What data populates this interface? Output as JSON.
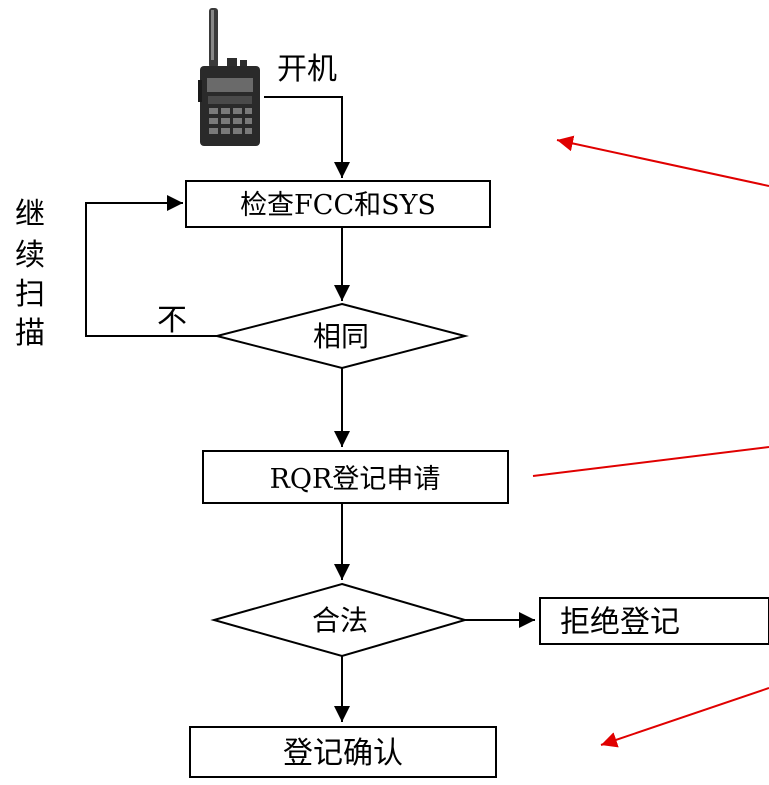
{
  "nodes": {
    "power_on": "开机",
    "check": "检查FCC和SYS",
    "same": "相同",
    "rqr": "RQR登记申请",
    "legal": "合法",
    "reject": "拒绝登记",
    "confirm": "登记确认"
  },
  "labels": {
    "not_same": "不",
    "continue_scan": [
      "继",
      "续",
      "扫",
      "描"
    ]
  },
  "colors": {
    "line": "#000000",
    "annotation_arrow": "#e00000"
  },
  "icons": {
    "device": "walkie-talkie-icon"
  }
}
